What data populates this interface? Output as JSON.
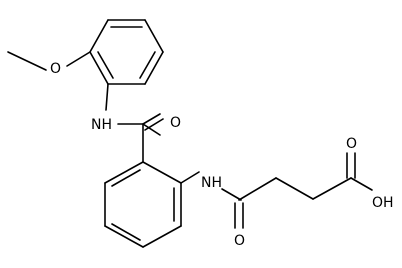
{
  "molecule": {
    "atom_labels": {
      "methoxy_oxygen": "O",
      "amide_nh_upper": "NH",
      "amide_oxygen_upper": "O",
      "amide_nh_lower": "NH",
      "amide_oxygen_lower": "O",
      "acid_carbonyl_oxygen": "O",
      "acid_hydroxyl": "OH"
    }
  },
  "colors": {
    "bond": "#000000",
    "text": "#000000",
    "background": "#ffffff"
  }
}
